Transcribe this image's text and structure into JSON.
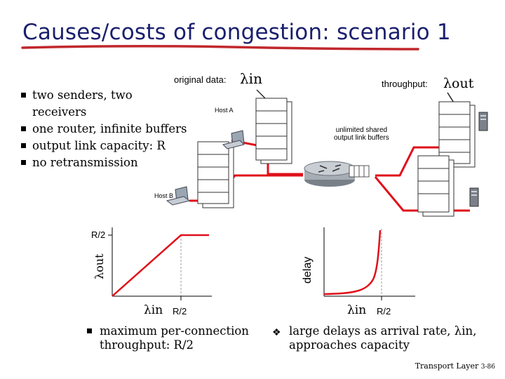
{
  "slide": {
    "title": "Causes/costs of congestion: scenario 1",
    "bullets": [
      "two senders, two receivers",
      "one router, infinite buffers",
      "output link capacity: R",
      "no retransmission"
    ],
    "colors": {
      "title": "#1a1f6e",
      "underline": "#c0282d",
      "links": "#e0101a"
    }
  },
  "diagram": {
    "original_data_label": "original data:",
    "lambda_in": "λin",
    "throughput_label": "throughput:",
    "lambda_out": "λout",
    "host_a": "Host A",
    "host_b": "Host B",
    "buffer_note_line1": "unlimited shared",
    "buffer_note_line2": "output link buffers"
  },
  "graphs": {
    "left": {
      "r2_y": "R/2",
      "r2_x": "R/2",
      "xlabel": "λin",
      "ylabel": "λout",
      "note": "maximum per-connection throughput: R/2"
    },
    "right": {
      "r2_x": "R/2",
      "xlabel": "λin",
      "ylabel": "delay",
      "note": "large delays as arrival rate, λin, approaches capacity"
    }
  },
  "footer": {
    "text": "Transport Layer",
    "page": "3-86"
  }
}
